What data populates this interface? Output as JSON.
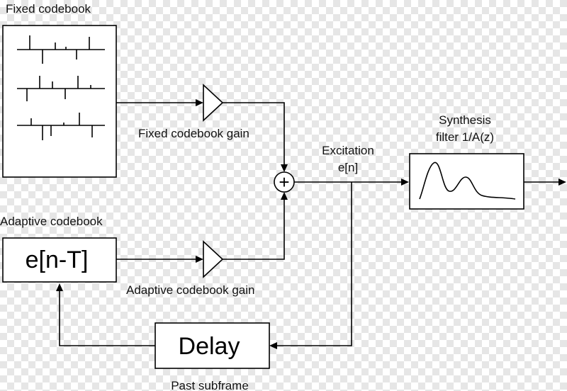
{
  "labels": {
    "fixed_codebook": "Fixed codebook",
    "fixed_codebook_gain": "Fixed codebook gain",
    "adaptive_codebook": "Adaptive codebook",
    "adaptive_codebook_value": "e[n-T]",
    "adaptive_codebook_gain": "Adaptive codebook gain",
    "excitation_line1": "Excitation",
    "excitation_line2": "e[n]",
    "synthesis_line1": "Synthesis",
    "synthesis_line2": "filter 1/A(z)",
    "delay": "Delay",
    "past_subframe": "Past subframe",
    "summer_symbol": "+"
  },
  "colors": {
    "stroke": "#000000",
    "background_checker": "#e6e6e6"
  }
}
